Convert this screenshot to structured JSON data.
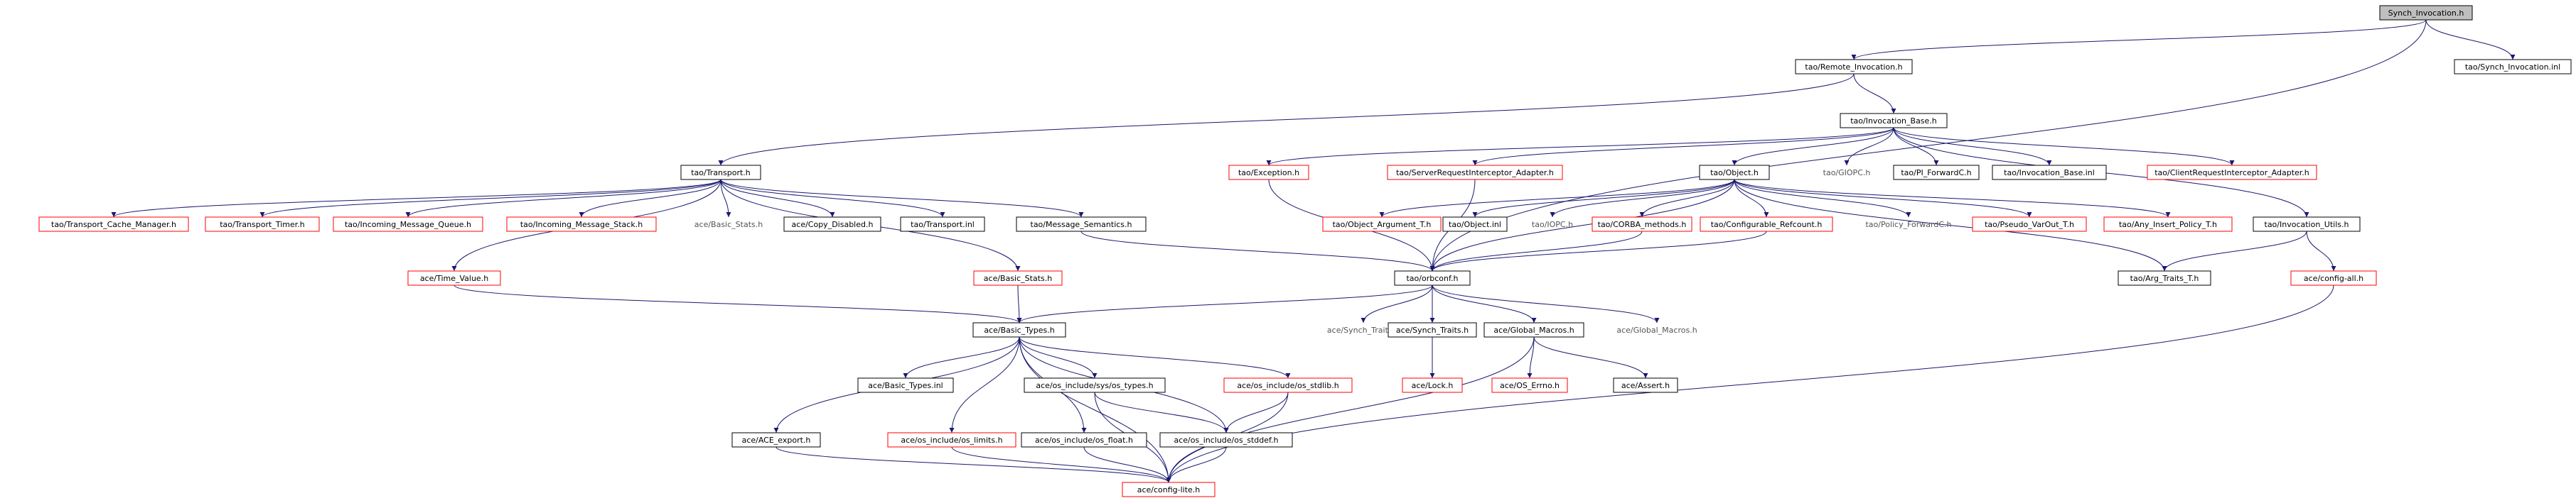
{
  "diagram": {
    "nodes": [
      {
        "id": "synch_invocation_h",
        "label": "Synch_Invocation.h",
        "style": "root"
      },
      {
        "id": "tao_remote_invocation_h",
        "label": "tao/Remote_Invocation.h",
        "style": "black"
      },
      {
        "id": "tao_synch_invocation_inl",
        "label": "tao/Synch_Invocation.inl",
        "style": "black"
      },
      {
        "id": "tao_invocation_base_h",
        "label": "tao/Invocation_Base.h",
        "style": "black"
      },
      {
        "id": "tao_transport_h",
        "label": "tao/Transport.h",
        "style": "black"
      },
      {
        "id": "tao_exception_h",
        "label": "tao/Exception.h",
        "style": "red"
      },
      {
        "id": "tao_serverrequestinterceptor_adapter_h",
        "label": "tao/ServerRequestInterceptor_Adapter.h",
        "style": "red"
      },
      {
        "id": "tao_object_h",
        "label": "tao/Object.h",
        "style": "black"
      },
      {
        "id": "tao_giopc_h",
        "label": "tao/GIOPC.h",
        "style": "plain"
      },
      {
        "id": "tao_pi_forwardc_h",
        "label": "tao/PI_ForwardC.h",
        "style": "black"
      },
      {
        "id": "tao_invocation_base_inl",
        "label": "tao/Invocation_Base.inl",
        "style": "black"
      },
      {
        "id": "tao_clientrequestinterceptor_adapter_h",
        "label": "tao/ClientRequestInterceptor_Adapter.h",
        "style": "red"
      },
      {
        "id": "tao_transport_cache_manager_h",
        "label": "tao/Transport_Cache_Manager.h",
        "style": "red"
      },
      {
        "id": "tao_transport_timer_h",
        "label": "tao/Transport_Timer.h",
        "style": "red"
      },
      {
        "id": "tao_incoming_message_queue_h",
        "label": "tao/Incoming_Message_Queue.h",
        "style": "red"
      },
      {
        "id": "tao_incoming_message_stack_h",
        "label": "tao/Incoming_Message_Stack.h",
        "style": "red"
      },
      {
        "id": "ace_basic_stats_h_plain",
        "label": "ace/Basic_Stats.h",
        "style": "plain"
      },
      {
        "id": "ace_copy_disabled_h",
        "label": "ace/Copy_Disabled.h",
        "style": "black"
      },
      {
        "id": "tao_transport_inl",
        "label": "tao/Transport.inl",
        "style": "black"
      },
      {
        "id": "tao_message_semantics_h",
        "label": "tao/Message_Semantics.h",
        "style": "black"
      },
      {
        "id": "tao_object_argument_t_h",
        "label": "tao/Object_Argument_T.h",
        "style": "red"
      },
      {
        "id": "tao_object_inl",
        "label": "tao/Object.inl",
        "style": "black"
      },
      {
        "id": "tao_iopc_h",
        "label": "tao/IOPC.h",
        "style": "plain"
      },
      {
        "id": "tao_corba_methods_h",
        "label": "tao/CORBA_methods.h",
        "style": "red"
      },
      {
        "id": "tao_configurable_refcount_h",
        "label": "tao/Configurable_Refcount.h",
        "style": "red"
      },
      {
        "id": "tao_policy_forwardc_h",
        "label": "tao/Policy_ForwardC.h",
        "style": "plain"
      },
      {
        "id": "tao_pseudo_varout_t_h",
        "label": "tao/Pseudo_VarOut_T.h",
        "style": "red"
      },
      {
        "id": "tao_any_insert_policy_t_h",
        "label": "tao/Any_Insert_Policy_T.h",
        "style": "red"
      },
      {
        "id": "tao_invocation_utils_h",
        "label": "tao/Invocation_Utils.h",
        "style": "black"
      },
      {
        "id": "ace_time_value_h",
        "label": "ace/Time_Value.h",
        "style": "red"
      },
      {
        "id": "ace_basic_stats_h_red",
        "label": "ace/Basic_Stats.h",
        "style": "red"
      },
      {
        "id": "tao_orbconf_h",
        "label": "tao/orbconf.h",
        "style": "black"
      },
      {
        "id": "tao_arg_traits_t_h",
        "label": "tao/Arg_Traits_T.h",
        "style": "black"
      },
      {
        "id": "ace_config_all_h",
        "label": "ace/config-all.h",
        "style": "red"
      },
      {
        "id": "ace_basic_types_h",
        "label": "ace/Basic_Types.h",
        "style": "black"
      },
      {
        "id": "ace_synch_traits_h_plain",
        "label": "ace/Synch_Traits.h",
        "style": "plain"
      },
      {
        "id": "ace_synch_traits_h",
        "label": "ace/Synch_Traits.h",
        "style": "black"
      },
      {
        "id": "ace_global_macros_h",
        "label": "ace/Global_Macros.h",
        "style": "black"
      },
      {
        "id": "ace_global_macros_h_plain",
        "label": "ace/Global_Macros.h",
        "style": "plain"
      },
      {
        "id": "ace_basic_types_inl",
        "label": "ace/Basic_Types.inl",
        "style": "black"
      },
      {
        "id": "ace_os_include_sys_os_types_h",
        "label": "ace/os_include/sys/os_types.h",
        "style": "black"
      },
      {
        "id": "ace_os_include_os_stdlib_h",
        "label": "ace/os_include/os_stdlib.h",
        "style": "red"
      },
      {
        "id": "ace_lock_h",
        "label": "ace/Lock.h",
        "style": "red"
      },
      {
        "id": "ace_os_errno_h",
        "label": "ace/OS_Errno.h",
        "style": "red"
      },
      {
        "id": "ace_assert_h",
        "label": "ace/Assert.h",
        "style": "black"
      },
      {
        "id": "ace_ace_export_h",
        "label": "ace/ACE_export.h",
        "style": "black"
      },
      {
        "id": "ace_os_include_os_limits_h",
        "label": "ace/os_include/os_limits.h",
        "style": "red"
      },
      {
        "id": "ace_os_include_os_float_h",
        "label": "ace/os_include/os_float.h",
        "style": "black"
      },
      {
        "id": "ace_os_include_os_stddef_h",
        "label": "ace/os_include/os_stddef.h",
        "style": "black"
      },
      {
        "id": "ace_config_lite_h",
        "label": "ace/config-lite.h",
        "style": "red"
      }
    ],
    "edges": [
      [
        "synch_invocation_h",
        "tao_remote_invocation_h"
      ],
      [
        "synch_invocation_h",
        "tao_synch_invocation_inl"
      ],
      [
        "synch_invocation_h",
        "tao_orbconf_h"
      ],
      [
        "tao_remote_invocation_h",
        "tao_invocation_base_h"
      ],
      [
        "tao_remote_invocation_h",
        "tao_transport_h"
      ],
      [
        "tao_invocation_base_h",
        "tao_exception_h"
      ],
      [
        "tao_invocation_base_h",
        "tao_serverrequestinterceptor_adapter_h"
      ],
      [
        "tao_invocation_base_h",
        "tao_object_h"
      ],
      [
        "tao_invocation_base_h",
        "tao_giopc_h"
      ],
      [
        "tao_invocation_base_h",
        "tao_pi_forwardc_h"
      ],
      [
        "tao_invocation_base_h",
        "tao_invocation_base_inl"
      ],
      [
        "tao_invocation_base_h",
        "tao_clientrequestinterceptor_adapter_h"
      ],
      [
        "tao_invocation_base_h",
        "tao_invocation_utils_h"
      ],
      [
        "tao_transport_h",
        "tao_transport_cache_manager_h"
      ],
      [
        "tao_transport_h",
        "tao_transport_timer_h"
      ],
      [
        "tao_transport_h",
        "tao_incoming_message_queue_h"
      ],
      [
        "tao_transport_h",
        "tao_incoming_message_stack_h"
      ],
      [
        "tao_transport_h",
        "ace_basic_stats_h_plain"
      ],
      [
        "tao_transport_h",
        "ace_copy_disabled_h"
      ],
      [
        "tao_transport_h",
        "tao_transport_inl"
      ],
      [
        "tao_transport_h",
        "tao_message_semantics_h"
      ],
      [
        "tao_transport_h",
        "ace_time_value_h"
      ],
      [
        "tao_transport_h",
        "ace_basic_stats_h_red"
      ],
      [
        "tao_exception_h",
        "tao_orbconf_h"
      ],
      [
        "tao_serverrequestinterceptor_adapter_h",
        "tao_orbconf_h"
      ],
      [
        "tao_object_h",
        "tao_object_argument_t_h"
      ],
      [
        "tao_object_h",
        "tao_object_inl"
      ],
      [
        "tao_object_h",
        "tao_iopc_h"
      ],
      [
        "tao_object_h",
        "tao_corba_methods_h"
      ],
      [
        "tao_object_h",
        "tao_configurable_refcount_h"
      ],
      [
        "tao_object_h",
        "tao_policy_forwardc_h"
      ],
      [
        "tao_object_h",
        "tao_pseudo_varout_t_h"
      ],
      [
        "tao_object_h",
        "tao_any_insert_policy_t_h"
      ],
      [
        "tao_object_h",
        "tao_arg_traits_t_h"
      ],
      [
        "tao_object_h",
        "tao_orbconf_h"
      ],
      [
        "tao_corba_methods_h",
        "tao_orbconf_h"
      ],
      [
        "tao_configurable_refcount_h",
        "tao_orbconf_h"
      ],
      [
        "tao_message_semantics_h",
        "tao_orbconf_h"
      ],
      [
        "tao_invocation_utils_h",
        "tao_arg_traits_t_h"
      ],
      [
        "tao_invocation_utils_h",
        "ace_config_all_h"
      ],
      [
        "ace_time_value_h",
        "ace_basic_types_h"
      ],
      [
        "ace_basic_stats_h_red",
        "ace_basic_types_h"
      ],
      [
        "tao_orbconf_h",
        "ace_basic_types_h"
      ],
      [
        "tao_orbconf_h",
        "ace_synch_traits_h_plain"
      ],
      [
        "tao_orbconf_h",
        "ace_synch_traits_h"
      ],
      [
        "tao_orbconf_h",
        "ace_global_macros_h"
      ],
      [
        "tao_orbconf_h",
        "ace_global_macros_h_plain"
      ],
      [
        "ace_synch_traits_h",
        "ace_lock_h"
      ],
      [
        "ace_global_macros_h",
        "ace_os_errno_h"
      ],
      [
        "ace_global_macros_h",
        "ace_assert_h"
      ],
      [
        "ace_global_macros_h",
        "ace_config_lite_h"
      ],
      [
        "ace_basic_types_h",
        "ace_basic_types_inl"
      ],
      [
        "ace_basic_types_h",
        "ace_os_include_sys_os_types_h"
      ],
      [
        "ace_basic_types_h",
        "ace_os_include_os_stdlib_h"
      ],
      [
        "ace_basic_types_h",
        "ace_ace_export_h"
      ],
      [
        "ace_basic_types_h",
        "ace_os_include_os_limits_h"
      ],
      [
        "ace_basic_types_h",
        "ace_os_include_os_float_h"
      ],
      [
        "ace_basic_types_h",
        "ace_os_include_os_stddef_h"
      ],
      [
        "ace_basic_types_h",
        "ace_config_lite_h"
      ],
      [
        "ace_os_include_sys_os_types_h",
        "ace_os_include_os_stddef_h"
      ],
      [
        "ace_os_include_sys_os_types_h",
        "ace_config_lite_h"
      ],
      [
        "ace_os_include_os_stdlib_h",
        "ace_os_include_os_stddef_h"
      ],
      [
        "ace_os_include_os_stdlib_h",
        "ace_config_lite_h"
      ],
      [
        "ace_ace_export_h",
        "ace_config_lite_h"
      ],
      [
        "ace_os_include_os_limits_h",
        "ace_config_lite_h"
      ],
      [
        "ace_os_include_os_float_h",
        "ace_config_lite_h"
      ],
      [
        "ace_os_include_os_stddef_h",
        "ace_config_lite_h"
      ],
      [
        "ace_config_all_h",
        "ace_config_lite_h"
      ]
    ]
  }
}
